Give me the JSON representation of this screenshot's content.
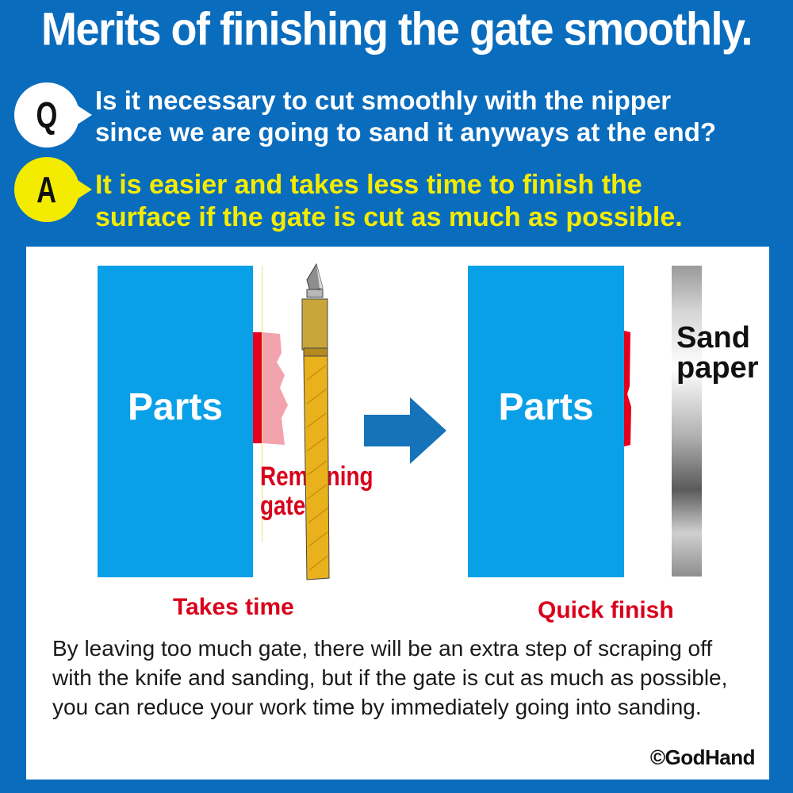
{
  "title": "Merits of finishing the gate smoothly.",
  "qa": {
    "q_badge": "Q",
    "q_line1": "Is it necessary to cut smoothly with the nipper",
    "q_line2": "since we are going to sand it anyways at the end?",
    "a_badge": "A",
    "a_line1": "It is easier and takes less time to finish the",
    "a_line2": "surface if the gate is cut as much as possible."
  },
  "diagram": {
    "left": {
      "part_label": "Parts",
      "gate_label_line1": "Remaining",
      "gate_label_line2": "gate",
      "caption": "Takes time"
    },
    "right": {
      "part_label": "Parts",
      "sandpaper_line1": "Sand",
      "sandpaper_line2": "paper",
      "caption": "Quick finish"
    }
  },
  "description": "By leaving too much gate, there will be an extra step of scraping off with the knife and sanding, but if the gate is cut as much as possible, you can reduce your work time by immediately going into sanding.",
  "copyright": "©GodHand",
  "colors": {
    "background": "#0a6cbd",
    "part_blue": "#0aa0e8",
    "gate_red": "#e4001c",
    "gate_pink": "#f3a3ad",
    "answer_yellow": "#f4ec00",
    "knife_yellow": "#e9b21c"
  },
  "icons": {
    "arrow": "arrow-right-icon",
    "knife": "hobby-knife-icon",
    "sandpaper": "sandpaper-strip-icon"
  }
}
